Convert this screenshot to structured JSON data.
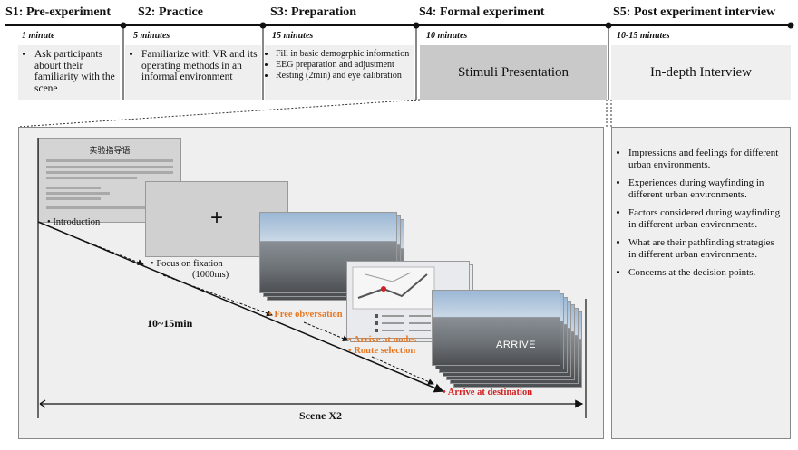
{
  "stages": [
    {
      "title": "S1: Pre-experiment",
      "duration": "1 minute",
      "items": [
        "Ask participants abourt their familiarity with the scene"
      ]
    },
    {
      "title": "S2: Practice",
      "duration": "5 minutes",
      "items": [
        "Familiarize with VR and its operating methods in an informal environment"
      ]
    },
    {
      "title": "S3: Preparation",
      "duration": "15 minutes",
      "items": [
        "Fill in basic demogrphic information",
        "EEG preparation and adjustment",
        "Resting (2min) and eye calibration"
      ]
    },
    {
      "title": "S4: Formal experiment",
      "duration": "10 minutes",
      "box_label": "Stimuli Presentation"
    },
    {
      "title": "S5: Post experiment interview",
      "duration": "10-15 minutes",
      "box_label": "In-depth Interview"
    }
  ],
  "procedure": {
    "intro_slide_title": "实验指导语",
    "fixation_symbol": "+",
    "arrive_label": "ARRIVE",
    "steps": {
      "introduction": "Introduction",
      "focus": "Focus on fixation",
      "focus_time": "(1000ms)",
      "free_observation": "Free obversation",
      "arrive_nodes": "Arrive at nodes",
      "route_selection": "Route selection",
      "arrive_destination": "Arrive at destination"
    },
    "duration_label": "10~15min",
    "scene_label": "Scene X2"
  },
  "interview_points": [
    "Impressions and feelings for different urban environments.",
    "Experiences during wayfinding in different urban environments.",
    "Factors considered during wayfinding in different urban environments.",
    "What are their pathfinding strategies in different urban environments.",
    "Concerns at the decision points."
  ],
  "colors": {
    "orange": "#e87722",
    "red": "#d32020",
    "panel": "#efefef",
    "panel_dark": "#c9c9c9"
  }
}
